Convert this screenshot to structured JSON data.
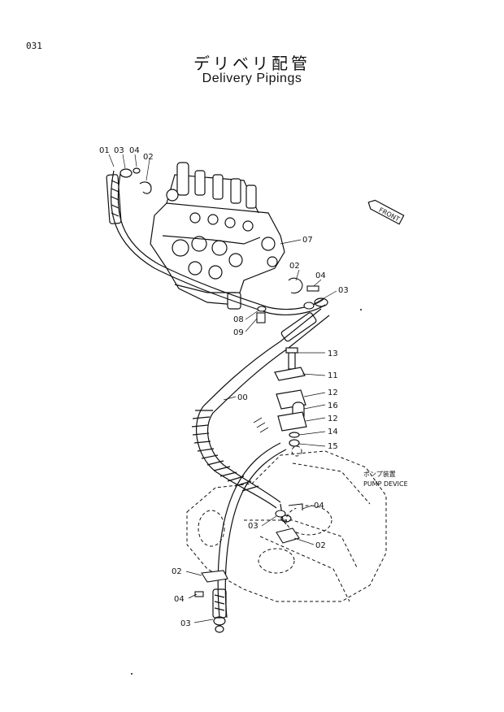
{
  "page_number": "031",
  "title_jp": "デリベリ配管",
  "title_en": "Delivery Pipings",
  "front_label": "FRONT",
  "pump_label_jp": "ポンプ装置",
  "pump_label_en": "PUMP DEVICE",
  "callouts": {
    "top_01": "01",
    "top_03": "03",
    "top_04": "04",
    "top_02": "02",
    "c07": "07",
    "r02": "02",
    "r04": "04",
    "r03": "03",
    "c08": "08",
    "c09": "09",
    "c13": "13",
    "c11": "11",
    "c12a": "12",
    "c16": "16",
    "c12b": "12",
    "c14": "14",
    "c15": "15",
    "c00": "00",
    "m04": "04",
    "m03": "03",
    "m02": "02",
    "b02": "02",
    "b04": "04",
    "b03": "03"
  }
}
